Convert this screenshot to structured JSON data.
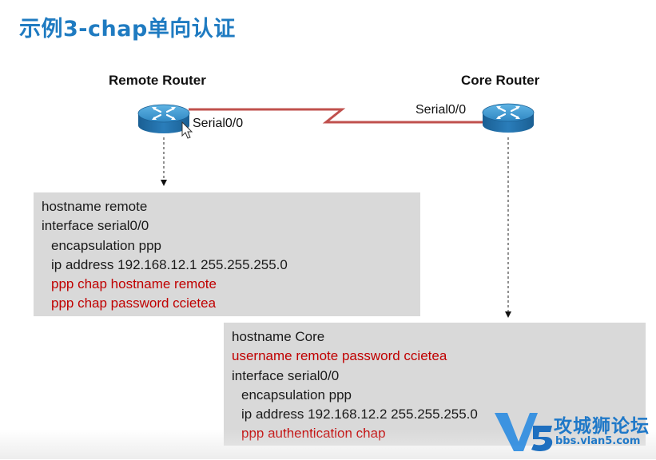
{
  "title": "示例3-chap单向认证",
  "remote_router": {
    "label": "Remote Router",
    "interface": "Serial0/0"
  },
  "core_router": {
    "label": "Core Router",
    "interface": "Serial0/0"
  },
  "remote_config": {
    "lines": [
      {
        "text": "hostname remote",
        "indent": false,
        "highlight": false
      },
      {
        "text": "interface serial0/0",
        "indent": false,
        "highlight": false
      },
      {
        "text": "encapsulation ppp",
        "indent": true,
        "highlight": false
      },
      {
        "text": "ip address 192.168.12.1 255.255.255.0",
        "indent": true,
        "highlight": false
      },
      {
        "text": "ppp chap hostname remote",
        "indent": true,
        "highlight": true
      },
      {
        "text": "ppp chap password ccietea",
        "indent": true,
        "highlight": true
      }
    ]
  },
  "core_config": {
    "lines": [
      {
        "text": "hostname Core",
        "indent": false,
        "highlight": false
      },
      {
        "text": "username remote password ccietea",
        "indent": false,
        "highlight": true
      },
      {
        "text": "interface serial0/0",
        "indent": false,
        "highlight": false
      },
      {
        "text": "encapsulation ppp",
        "indent": true,
        "highlight": false
      },
      {
        "text": "ip address 192.168.12.2 255.255.255.0",
        "indent": true,
        "highlight": false
      },
      {
        "text": "ppp authentication chap",
        "indent": true,
        "highlight": true
      }
    ]
  },
  "watermark": {
    "name": "攻城狮论坛",
    "url": "bbs.vlan5.com"
  },
  "colors": {
    "title": "#1f7bc1",
    "link": "#c0504d",
    "highlight": "#c00000",
    "config_bg": "#d9d9d9",
    "router": "#1f7ab8"
  }
}
